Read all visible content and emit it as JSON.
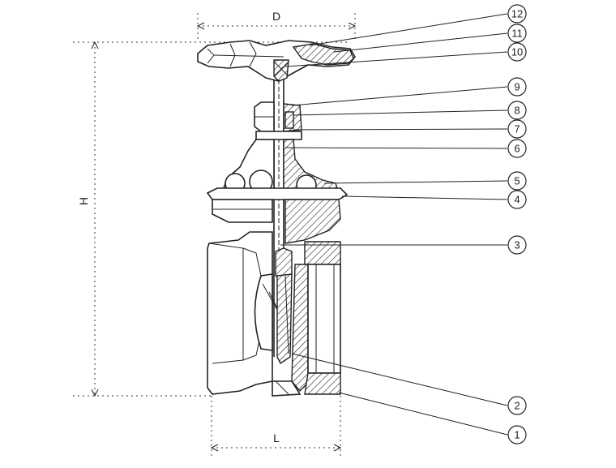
{
  "dimensions": {
    "diameter_label": "D",
    "height_label": "H",
    "length_label": "L"
  },
  "callouts": [
    "12",
    "11",
    "10",
    "9",
    "8",
    "7",
    "6",
    "5",
    "4",
    "3",
    "2",
    "1"
  ]
}
